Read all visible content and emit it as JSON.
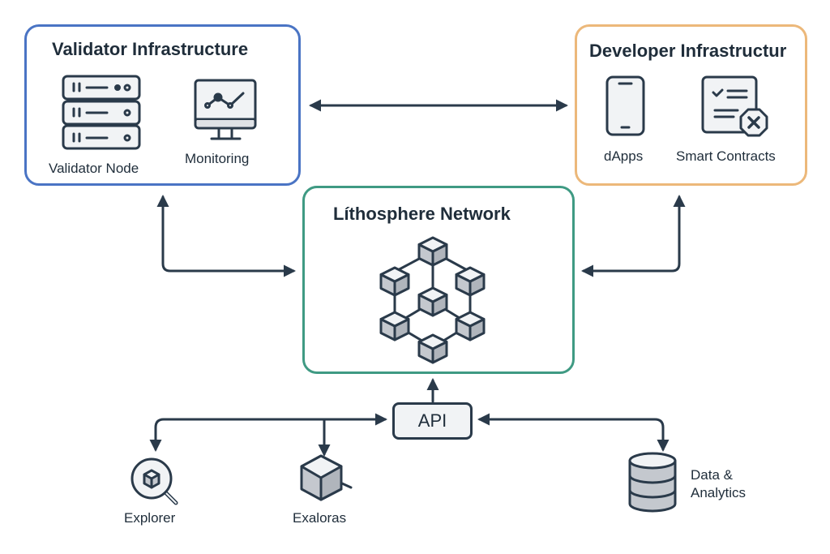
{
  "diagram": {
    "validator_infrastructure": {
      "title": "Validator Infrastructure",
      "items": [
        {
          "label": "Validator Node",
          "icon": "server-stack-icon"
        },
        {
          "label": "Monitoring",
          "icon": "monitor-chart-icon"
        }
      ]
    },
    "developer_infrastructure": {
      "title": "Developer Infrastructur",
      "items": [
        {
          "label": "dApps",
          "icon": "smartphone-icon"
        },
        {
          "label": "Smart Contracts",
          "icon": "contract-document-icon"
        }
      ]
    },
    "network": {
      "title": "Líthosphere Network",
      "icon": "blockchain-cubes-icon"
    },
    "api": {
      "label": "API"
    },
    "consumers": [
      {
        "label": "Explorer",
        "icon": "search-cube-icon"
      },
      {
        "label": "Exaloras",
        "icon": "cube-icon"
      },
      {
        "label_line1": "Data &",
        "label_line2": "Analytics",
        "icon": "database-icon"
      }
    ],
    "connections": [
      {
        "from": "Validator Infrastructure",
        "to": "Developer Infrastructur",
        "direction": "bidirectional"
      },
      {
        "from": "Validator Infrastructure",
        "to": "Líthosphere Network",
        "direction": "bidirectional"
      },
      {
        "from": "Developer Infrastructur",
        "to": "Líthosphere Network",
        "direction": "bidirectional"
      },
      {
        "from": "API",
        "to": "Líthosphere Network",
        "direction": "to"
      },
      {
        "from": "Explorer",
        "to": "API",
        "direction": "bidirectional"
      },
      {
        "from": "API",
        "to": "Exaloras",
        "direction": "to"
      },
      {
        "from": "API",
        "to": "Data & Analytics",
        "direction": "bidirectional"
      }
    ],
    "colors": {
      "validator_border": "#4a74c4",
      "developer_border": "#ecb87a",
      "network_border": "#3f9a83",
      "stroke": "#2a3a4a",
      "icon_fill_light": "#f1f3f5",
      "icon_fill_mid": "#c4c8ce"
    }
  }
}
